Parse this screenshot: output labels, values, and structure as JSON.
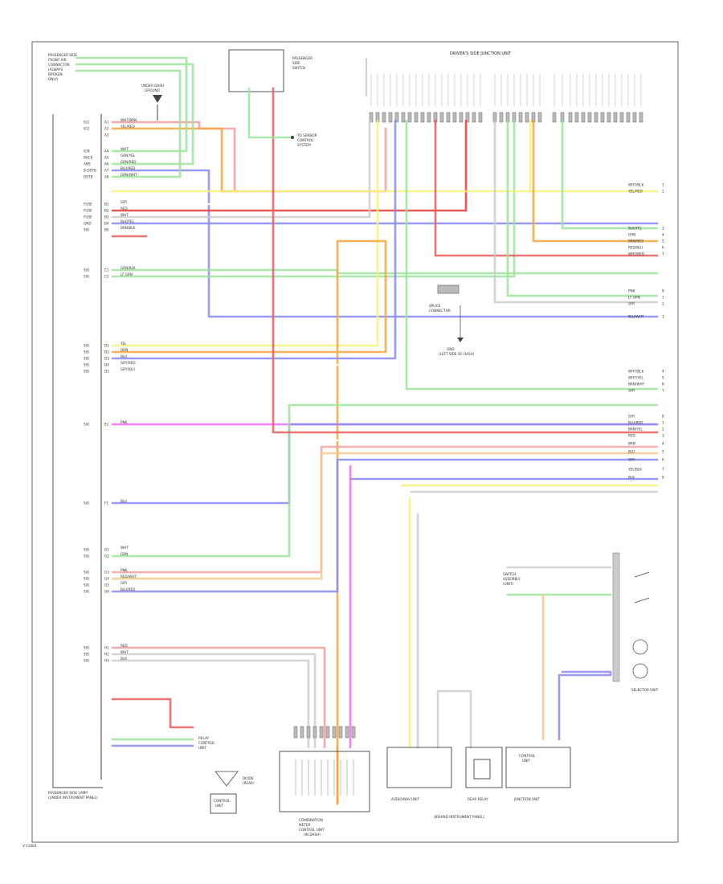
{
  "diagram": {
    "footer_left_code": "V-11683",
    "left_module": {
      "top_labels": [
        "PASSENGER SIDE",
        "FRONT AIR",
        "CONNECTOR",
        "(ALWAYS",
        "BROKEN",
        "ONLY)"
      ],
      "bottom_labels": [
        "PASSENGER SIDE LAMP",
        "(UNDER INSTRUMENT PANEL)"
      ]
    },
    "pin_rows": [
      {
        "pin": "A1",
        "name": "IG1",
        "color": "WHT/BRN"
      },
      {
        "pin": "A2",
        "name": "IG2",
        "color": "YEL/RED"
      },
      {
        "pin": "A3",
        "name": "",
        "color": ""
      },
      {
        "pin": "A4",
        "name": "IGN",
        "color": "WHT"
      },
      {
        "pin": "A5",
        "name": "BACK",
        "color": "GRN/YEL"
      },
      {
        "pin": "A6",
        "name": "ANS",
        "color": "GRN/RED"
      },
      {
        "pin": "A7",
        "name": "B-DSTB",
        "color": "BLU/RED"
      },
      {
        "pin": "A8",
        "name": "DSTB",
        "color": "GRN/WHT"
      },
      {
        "pin": "B1",
        "name": "FUSE",
        "color": "GRY"
      },
      {
        "pin": "B2",
        "name": "FUSE",
        "color": "RED"
      },
      {
        "pin": "B3",
        "name": "FUSE",
        "color": "WHT"
      },
      {
        "pin": "B4",
        "name": "GND",
        "color": "BLK/YEL"
      },
      {
        "pin": "B5",
        "name": "SIG",
        "color": "BRN/BLK"
      },
      {
        "pin": "C1",
        "name": "SIG",
        "color": "GRN/BLK"
      },
      {
        "pin": "C2",
        "name": "SIG",
        "color": "LT GRN"
      },
      {
        "pin": "D1",
        "name": "SIG",
        "color": "YEL"
      },
      {
        "pin": "D2",
        "name": "SIG",
        "color": "ORN"
      },
      {
        "pin": "D3",
        "name": "SIG",
        "color": "BLU"
      },
      {
        "pin": "D4",
        "name": "SIG",
        "color": "GRY/RED"
      },
      {
        "pin": "D5",
        "name": "SIG",
        "color": "GRY/BLU"
      },
      {
        "pin": "E1",
        "name": "SIG",
        "color": "PNK"
      },
      {
        "pin": "F1",
        "name": "SIG",
        "color": "BLU"
      },
      {
        "pin": "G1",
        "name": "SIG",
        "color": "WHT"
      },
      {
        "pin": "G2",
        "name": "SIG",
        "color": "GRN"
      },
      {
        "pin": "G3",
        "name": "SIG",
        "color": "PNK"
      },
      {
        "pin": "G4",
        "name": "SIG",
        "color": "RED/WHT"
      },
      {
        "pin": "G5",
        "name": "SIG",
        "color": "GRY"
      },
      {
        "pin": "G6",
        "name": "SIG",
        "color": "BLU/RED"
      },
      {
        "pin": "H1",
        "name": "SIG",
        "color": "RED"
      },
      {
        "pin": "H2",
        "name": "SIG",
        "color": "WHT"
      },
      {
        "pin": "H3",
        "name": "SIG",
        "color": "BLK"
      }
    ],
    "top_center_box": [
      "PASSENGER",
      "SIDE",
      "SWITCH"
    ],
    "to_sensor_label": [
      "TO SENSOR",
      "CONTROL",
      "SYSTEM"
    ],
    "ground_label": [
      "UNDER DASH",
      "GROUND"
    ],
    "right_header": "DRIVER'S SIDE JUNCTION UNIT",
    "splice_label": [
      "SPLICE",
      "CONNECTOR"
    ],
    "right_ground_label": [
      "GND",
      "(LEFT SIDE OF DASH)"
    ],
    "right_wire_labels": [
      "WHT/BLK",
      "YEL/RED",
      "BLK/YEL",
      "GRN",
      "BRN/RED",
      "RED/BLU",
      "WHT/RED",
      "PNK",
      "LT GRN",
      "GRY",
      "BLU/WHT",
      "WHT/BLK",
      "WHT/YEL",
      "BRN/WHT",
      "GRY",
      "GRY",
      "BLU/RED",
      "BRN/YEL",
      "RED",
      "BRN",
      "BLU",
      "GRY",
      "YEL/BLK",
      "BLK"
    ],
    "bottom_center_box": [
      "COMBINATION",
      "METER",
      "CONTROL UNIT"
    ],
    "bottom_center_sub": "(IN DASH)",
    "relay_label": [
      "RELAY",
      "CONTROL",
      "UNIT"
    ],
    "small_box_label": [
      "CONTROL",
      "UNIT"
    ],
    "diode_label": [
      "DIODE",
      "(REAR)"
    ],
    "bottom_boxes": [
      {
        "label": "AUDIO/NAV UNIT"
      },
      {
        "label": "REAR RELAY"
      },
      {
        "label": "JUNCTION UNIT"
      }
    ],
    "bottom_box_small": [
      "CONTROL",
      "UNIT"
    ],
    "bottom_caption": "(BEHIND INSTRUMENT PANEL)",
    "right_component_label": "SELECTOR UNIT",
    "right_component_side": [
      "SWITCH",
      "ASSEMBLY",
      "(UNIT)"
    ]
  }
}
